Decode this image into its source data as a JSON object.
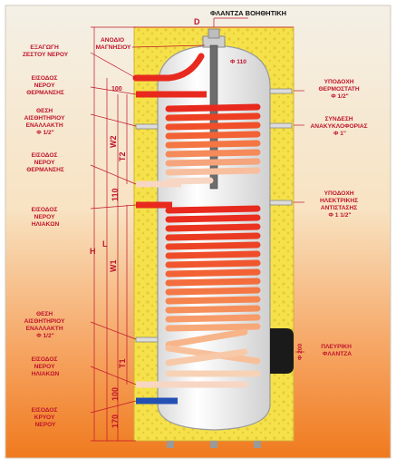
{
  "labels": {
    "top_flange": "ΦΛΑΝΤΖΑ ΒΟΗΘΗΤΙΚΗ",
    "anode": [
      "ΑΝΟΔΙΟ",
      "ΜΑΓΝΗΣΙΟΥ"
    ],
    "diameter": "D",
    "top_flange_size": "Φ 110",
    "hot_out": [
      "ΕΞΑΓΩΓΗ",
      "ΖΕΣΤΟΥ ΝΕΡΟΥ"
    ],
    "heating_in": [
      "ΕΙΣΟΔΟΣ",
      "ΝΕΡΟΥ",
      "ΘΕΡΜΑΝΣΗΣ"
    ],
    "sensor_upper": [
      "ΘΕΣΗ",
      "ΑΙΣΘΗΤΗΡΙΟΥ",
      "ΕΝΑΛΛΑΚΤΗ",
      "Φ 1/2\""
    ],
    "heating_return": [
      "ΕΙΣΟΔΟΣ",
      "ΝΕΡΟΥ",
      "ΘΕΡΜΑΝΣΗΣ"
    ],
    "solar_in": [
      "ΕΙΣΟΔΟΣ",
      "ΝΕΡΟΥ",
      "ΗΛΙΑΚΩΝ"
    ],
    "sensor_lower": [
      "ΘΕΣΗ",
      "ΑΙΣΘΗΤΗΡΙΟΥ",
      "ΕΝΑΛΛΑΚΤΗ",
      "Φ 1/2\""
    ],
    "solar_return": [
      "ΕΙΣΟΔΟΣ",
      "ΝΕΡΟΥ",
      "ΗΛΙΑΚΩΝ"
    ],
    "cold_in": [
      "ΕΙΣΟΔΟΣ",
      "ΚΡΥΟΥ",
      "ΝΕΡΟΥ"
    ],
    "thermostat": [
      "ΥΠΟΔΟΧΗ",
      "ΘΕΡΜΟΣΤΑΤΗ",
      "Φ 1/2\""
    ],
    "recirculation": [
      "ΣΥΝΔΕΣΗ",
      "ΑΝΑΚΥΚΛΟΦΟΡΙΑΣ",
      "Φ 1\""
    ],
    "electric": [
      "ΥΠΟΔΟΧΗ",
      "ΗΛΕΚΤΡΙΚΗΣ",
      "ΑΝΤΙΣΤΑΣΗΣ",
      "Φ 1 1/2\""
    ],
    "side_flange": [
      "ΠΛΕΥΡΙΚΗ",
      "ΦΛΑΝΤΖΑ"
    ],
    "side_flange_size": "Φ 200"
  },
  "dimensions": {
    "H": "H",
    "L": "L",
    "W1": "W1",
    "W2": "W2",
    "T1": "T1",
    "T2": "T2",
    "d100_top": "100",
    "d110": "110",
    "d100_bottom": "100",
    "d170": "170"
  },
  "colors": {
    "background_top": "#f4f0e6",
    "background_bottom": "#f07a1e",
    "insulation": "#f5e24a",
    "tank": "#f2f2f2",
    "coil_hot": "#e8291e",
    "coil_warm": "#f58a5a",
    "coil_cool": "#f8d6c4",
    "cold_pipe": "#2450b4",
    "label_text": "#c0142a"
  }
}
